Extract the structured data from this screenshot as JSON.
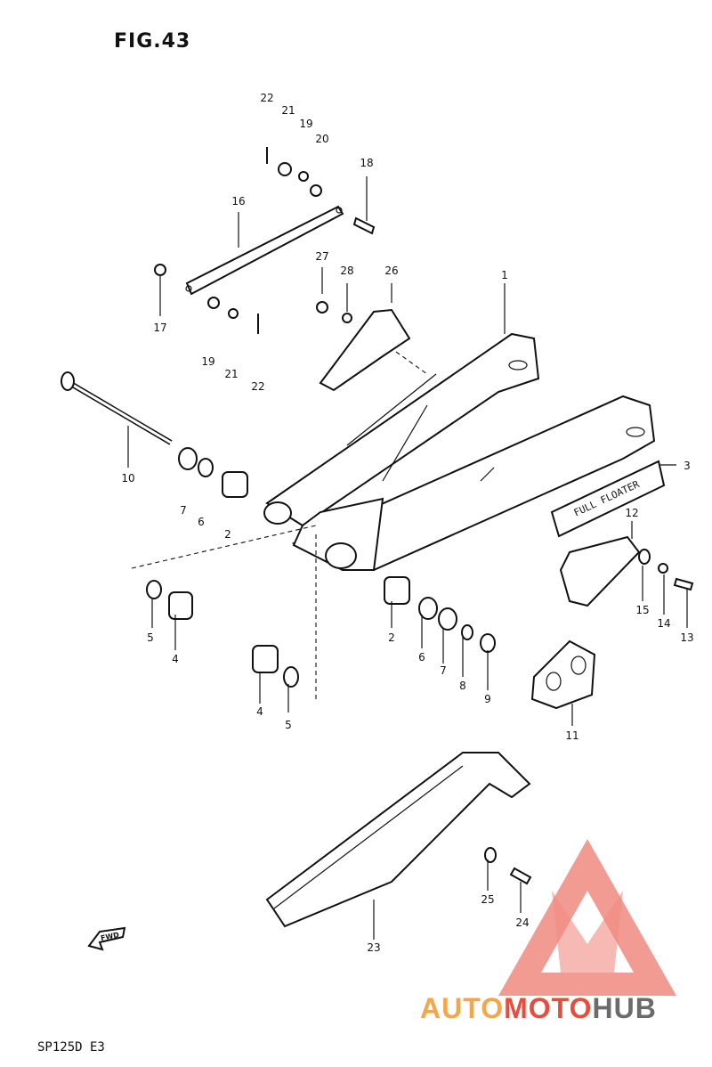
{
  "figure": {
    "title": "FIG.43",
    "model_code": "SP125D E3",
    "fwd_label": "FWD",
    "decal_text": "FULL FLOATER"
  },
  "watermark": {
    "part1": "AUTO",
    "part2": "MOTO",
    "part3": "HUB",
    "colors": {
      "auto": "#f4a64a",
      "moto": "#e74c3c",
      "hub": "#6b6b6b",
      "logo": "#f08a80"
    }
  },
  "callouts": [
    {
      "id": "c1",
      "label": "1"
    },
    {
      "id": "c2a",
      "label": "2"
    },
    {
      "id": "c2b",
      "label": "2"
    },
    {
      "id": "c3",
      "label": "3"
    },
    {
      "id": "c4a",
      "label": "4"
    },
    {
      "id": "c4b",
      "label": "4"
    },
    {
      "id": "c5a",
      "label": "5"
    },
    {
      "id": "c5b",
      "label": "5"
    },
    {
      "id": "c6a",
      "label": "6"
    },
    {
      "id": "c6b",
      "label": "6"
    },
    {
      "id": "c7a",
      "label": "7"
    },
    {
      "id": "c7b",
      "label": "7"
    },
    {
      "id": "c8",
      "label": "8"
    },
    {
      "id": "c9",
      "label": "9"
    },
    {
      "id": "c10",
      "label": "10"
    },
    {
      "id": "c11",
      "label": "11"
    },
    {
      "id": "c12",
      "label": "12"
    },
    {
      "id": "c13",
      "label": "13"
    },
    {
      "id": "c14",
      "label": "14"
    },
    {
      "id": "c15",
      "label": "15"
    },
    {
      "id": "c16",
      "label": "16"
    },
    {
      "id": "c17",
      "label": "17"
    },
    {
      "id": "c18",
      "label": "18"
    },
    {
      "id": "c19a",
      "label": "19"
    },
    {
      "id": "c19b",
      "label": "19"
    },
    {
      "id": "c20",
      "label": "20"
    },
    {
      "id": "c21a",
      "label": "21"
    },
    {
      "id": "c21b",
      "label": "21"
    },
    {
      "id": "c22a",
      "label": "22"
    },
    {
      "id": "c22b",
      "label": "22"
    },
    {
      "id": "c23",
      "label": "23"
    },
    {
      "id": "c24",
      "label": "24"
    },
    {
      "id": "c25",
      "label": "25"
    },
    {
      "id": "c26",
      "label": "26"
    },
    {
      "id": "c27",
      "label": "27"
    },
    {
      "id": "c28",
      "label": "28"
    }
  ]
}
